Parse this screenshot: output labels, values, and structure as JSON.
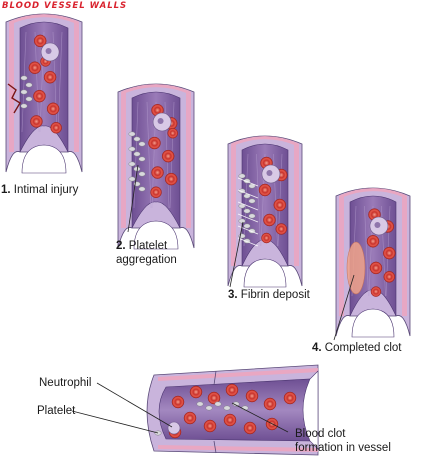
{
  "header": "BLOOD VESSEL WALLS",
  "stages": [
    {
      "num": "1.",
      "label": "Intimal injury"
    },
    {
      "num": "2.",
      "label": "Platelet aggregation"
    },
    {
      "num": "3.",
      "label": "Fibrin deposit"
    },
    {
      "num": "4.",
      "label": "Completed clot"
    }
  ],
  "stage2_line1": "Platelet",
  "stage2_line2": "aggregation",
  "bottom": {
    "neutrophil": "Neutrophil",
    "platelet": "Platelet",
    "clot_line1": "Blood clot",
    "clot_line2": "formation in vessel"
  },
  "colors": {
    "header": "#d9232e",
    "rbc": "#e04a42",
    "lumen": "#8a6aa8",
    "wall_pink": "#e9a7c2",
    "wall_lavender": "#c9b4dc"
  }
}
